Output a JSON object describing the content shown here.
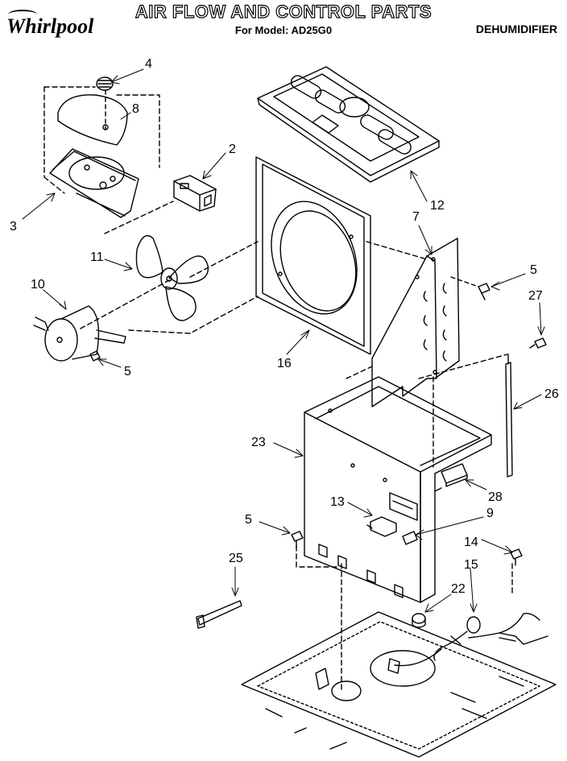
{
  "header": {
    "brand": "Whirlpool",
    "title": "AIR FLOW AND CONTROL PARTS",
    "subtitle": "For Model: AD25G0",
    "product_type": "DEHUMIDIFIER"
  },
  "callouts": {
    "c1": "4",
    "c2": "8",
    "c3": "2",
    "c4": "3",
    "c5": "12",
    "c6": "7",
    "c7": "5",
    "c8": "27",
    "c9": "11",
    "c10": "10",
    "c11": "5",
    "c12": "16",
    "c13": "26",
    "c14": "23",
    "c15": "28",
    "c16": "13",
    "c17": "9",
    "c18": "5",
    "c19": "14",
    "c20": "15",
    "c21": "25",
    "c22": "22"
  }
}
